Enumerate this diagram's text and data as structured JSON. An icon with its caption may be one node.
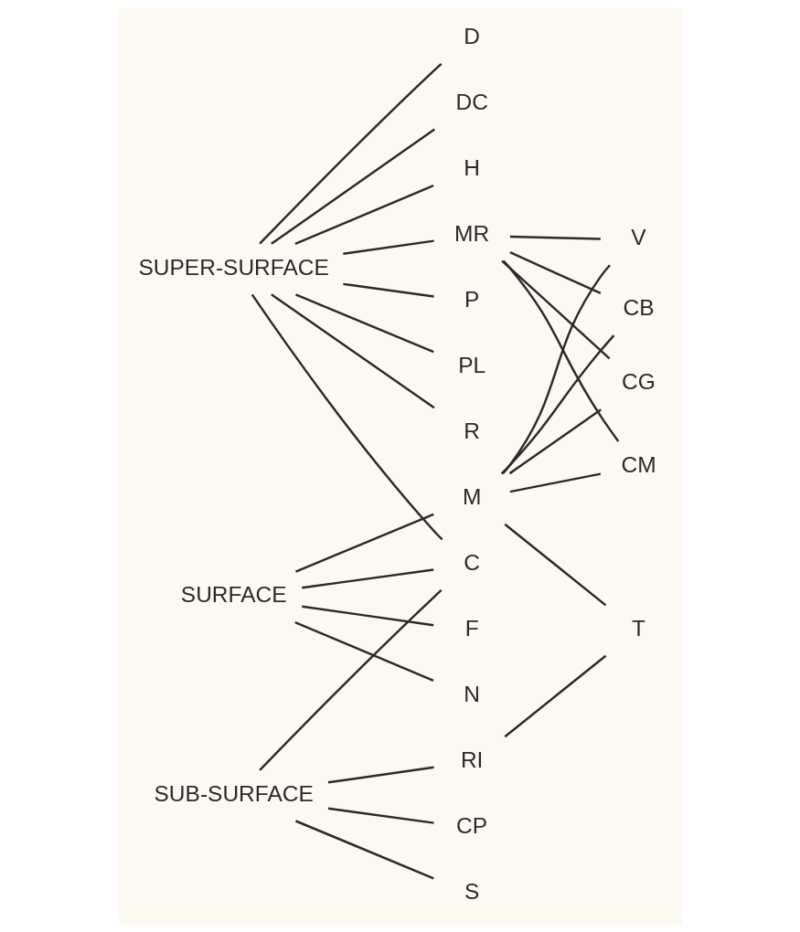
{
  "diagram": {
    "nodes": [
      {
        "text": [
          "SUPER-SURFACE"
        ]
      },
      {
        "text": [
          "D"
        ]
      },
      {
        "text": [
          "DC"
        ]
      },
      {
        "text": [
          "H"
        ]
      },
      {
        "text": [
          "MR"
        ]
      },
      {
        "text": [
          "P"
        ]
      },
      {
        "text": [
          "PL"
        ]
      },
      {
        "text": [
          "R"
        ]
      },
      {
        "text": [
          "CB"
        ]
      },
      {
        "text": [
          "CG"
        ]
      },
      {
        "text": [
          "CM"
        ]
      },
      {
        "text": [
          "V"
        ]
      },
      {
        "text": [
          "C"
        ]
      },
      {
        "text": [
          "SURFACE"
        ]
      },
      {
        "text": [
          "F"
        ]
      },
      {
        "text": [
          "M"
        ]
      },
      {
        "text": [
          "N"
        ]
      },
      {
        "text": [
          "T"
        ]
      },
      {
        "text": [
          "SUB-SURFACE"
        ]
      },
      {
        "text": [
          "CP"
        ]
      },
      {
        "text": [
          "RI"
        ]
      },
      {
        "text": [
          "S"
        ]
      }
    ],
    "edges": [
      {
        "from": 0,
        "to": 1,
        "arrow": "none"
      },
      {
        "from": 0,
        "to": 2,
        "arrow": "none"
      },
      {
        "from": 0,
        "to": 3,
        "arrow": "none"
      },
      {
        "from": 0,
        "to": 4,
        "arrow": "none"
      },
      {
        "from": 0,
        "to": 5,
        "arrow": "none"
      },
      {
        "from": 0,
        "to": 6,
        "arrow": "none"
      },
      {
        "from": 0,
        "to": 7,
        "arrow": "none"
      },
      {
        "from": 13,
        "to": 14,
        "arrow": "none"
      },
      {
        "from": 13,
        "to": 15,
        "arrow": "none"
      },
      {
        "from": 13,
        "to": 16,
        "arrow": "none"
      },
      {
        "from": 18,
        "to": 19,
        "arrow": "none"
      },
      {
        "from": 18,
        "to": 20,
        "arrow": "none"
      },
      {
        "from": 18,
        "to": 21,
        "arrow": "none"
      },
      {
        "from": 4,
        "to": 8,
        "arrow": "none"
      },
      {
        "from": 4,
        "to": 9,
        "arrow": "none"
      },
      {
        "from": 4,
        "to": 10,
        "arrow": "none"
      },
      {
        "from": 4,
        "to": 11,
        "arrow": "none"
      },
      {
        "from": 15,
        "to": 8,
        "arrow": "none"
      },
      {
        "from": 15,
        "to": 9,
        "arrow": "none"
      },
      {
        "from": 15,
        "to": 10,
        "arrow": "none"
      },
      {
        "from": 15,
        "to": 11,
        "arrow": "none"
      },
      {
        "from": 15,
        "to": 17,
        "arrow": "none"
      },
      {
        "from": 20,
        "to": 17,
        "arrow": "none"
      },
      {
        "from": 0,
        "to": 12,
        "arrow": "none"
      },
      {
        "from": 13,
        "to": 12,
        "arrow": "none"
      },
      {
        "from": 18,
        "to": 12,
        "arrow": "none"
      }
    ]
  }
}
